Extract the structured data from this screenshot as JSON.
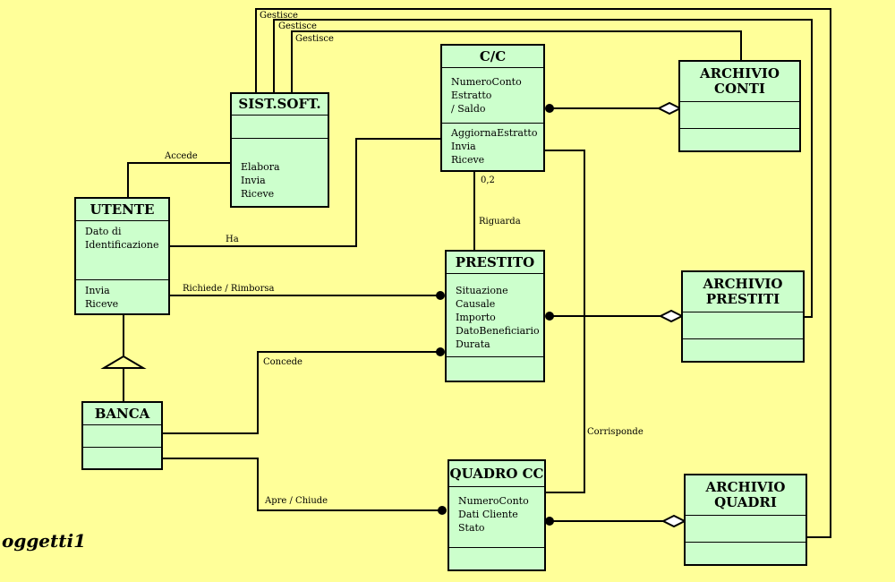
{
  "classes": {
    "sist_soft": {
      "name": "SIST.SOFT.",
      "attributes": [],
      "operations": [
        "Elabora",
        "Invia",
        "Riceve"
      ]
    },
    "cc": {
      "name": "C/C",
      "attributes": [
        "NumeroConto",
        "Estratto",
        "/ Saldo"
      ],
      "operations": [
        "AggiornaEstratto",
        "Invia",
        "Riceve"
      ]
    },
    "archivio_conti": {
      "name_line1": "ARCHIVIO",
      "name_line2": "CONTI"
    },
    "utente": {
      "name": "UTENTE",
      "attributes": [
        "Dato  di",
        "Identificazione"
      ],
      "operations": [
        "Invia",
        "Riceve"
      ]
    },
    "prestito": {
      "name": "PRESTITO",
      "attributes": [
        "Situazione",
        "Causale",
        "Importo",
        "DatoBeneficiario",
        "Durata"
      ]
    },
    "archivio_prestiti": {
      "name_line1": "ARCHIVIO",
      "name_line2": "PRESTITI"
    },
    "banca": {
      "name": "BANCA"
    },
    "quadro_cc": {
      "name": "QUADRO CC",
      "attributes": [
        "NumeroConto",
        "Dati Cliente",
        "Stato"
      ]
    },
    "archivio_quadri": {
      "name_line1": "ARCHIVIO",
      "name_line2": "QUADRI"
    }
  },
  "associations": {
    "gestisce_1": "Gestisce",
    "gestisce_2": "Gestisce",
    "gestisce_3": "Gestisce",
    "accede": "Accede",
    "ha": "Ha",
    "multiplicity": "0,2",
    "riguarda": "Riguarda",
    "richiede_rimborsa": "Richiede  / Rimborsa",
    "concede": "Concede",
    "corrisponde": "Corrisponde",
    "apre_chiude": "Apre / Chiude"
  },
  "caption": "oggetti1",
  "colors": {
    "background": "#ffff99",
    "class_fill": "#ccffcc",
    "line": "#000000"
  }
}
